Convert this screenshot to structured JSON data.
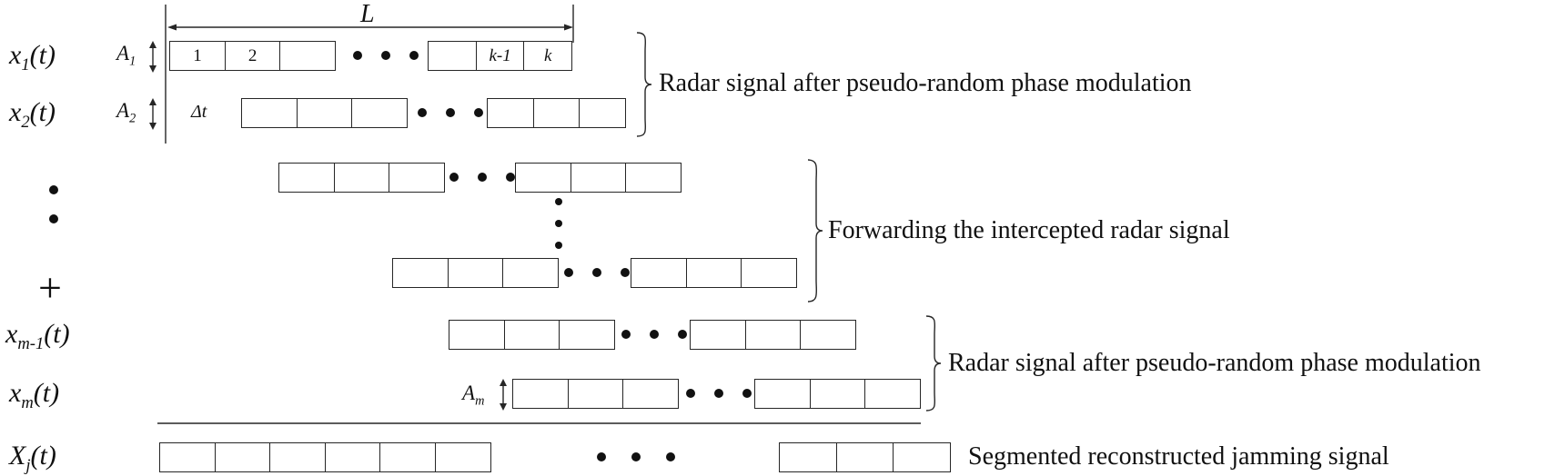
{
  "figure": {
    "row_labels": {
      "x1": {
        "base": "x",
        "sub": "1",
        "suffix": "(t)"
      },
      "x2": {
        "base": "x",
        "sub": "2",
        "suffix": "(t)"
      },
      "plus": "+",
      "xm1": {
        "base": "x",
        "sub": "m-1",
        "suffix": "(t)"
      },
      "xm": {
        "base": "x",
        "sub": "m",
        "suffix": "(t)"
      },
      "Xj": {
        "base": "X",
        "sub": "j",
        "suffix": "(t)"
      }
    },
    "dim_labels": {
      "L": "L",
      "A1": {
        "base": "A",
        "sub": "1"
      },
      "A2": {
        "base": "A",
        "sub": "2"
      },
      "Am": {
        "base": "A",
        "sub": "m"
      },
      "dt": "Δt"
    },
    "cells": {
      "row1_a": [
        "1",
        "2",
        ""
      ],
      "row1_b": [
        "",
        "k-1",
        "k"
      ]
    },
    "captions": {
      "top": "Radar signal after pseudo-random phase modulation",
      "middle": "Forwarding the intercepted radar signal",
      "bottom": "Radar signal after pseudo-random phase modulation",
      "jamming": "Segmented reconstructed jamming signal"
    }
  }
}
